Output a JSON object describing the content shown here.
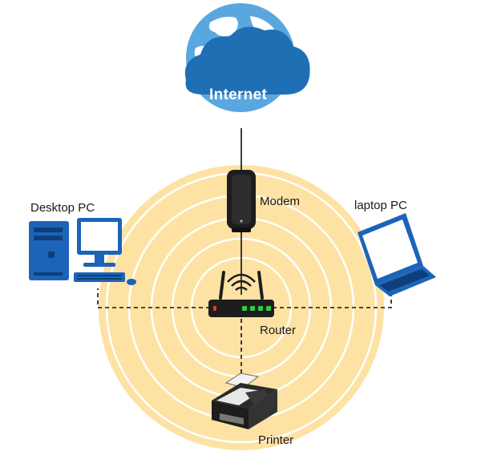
{
  "nodes": {
    "internet": {
      "label": "Internet",
      "icon": "cloud-globe-icon"
    },
    "modem": {
      "label": "Modem",
      "icon": "modem-icon"
    },
    "router": {
      "label": "Router",
      "icon": "wifi-router-icon"
    },
    "desktop": {
      "label": "Desktop PC",
      "icon": "desktop-pc-icon"
    },
    "laptop": {
      "label": "laptop PC",
      "icon": "laptop-icon"
    },
    "printer": {
      "label": "Printer",
      "icon": "printer-icon"
    }
  },
  "links": [
    {
      "from": "internet",
      "to": "modem",
      "style": "solid"
    },
    {
      "from": "modem",
      "to": "router",
      "style": "solid"
    },
    {
      "from": "router",
      "to": "desktop",
      "style": "dashed"
    },
    {
      "from": "router",
      "to": "laptop",
      "style": "dashed"
    },
    {
      "from": "router",
      "to": "printer",
      "style": "dashed"
    }
  ],
  "colors": {
    "wifi_zone": "#fde2a4",
    "wifi_ring": "#ffffff",
    "cloud": "#1f6fb5",
    "globe": "#5aa7e0",
    "device_dark": "#1d1d1d",
    "device_blue": "#1b64b8",
    "router_led": "#2ecc40"
  }
}
